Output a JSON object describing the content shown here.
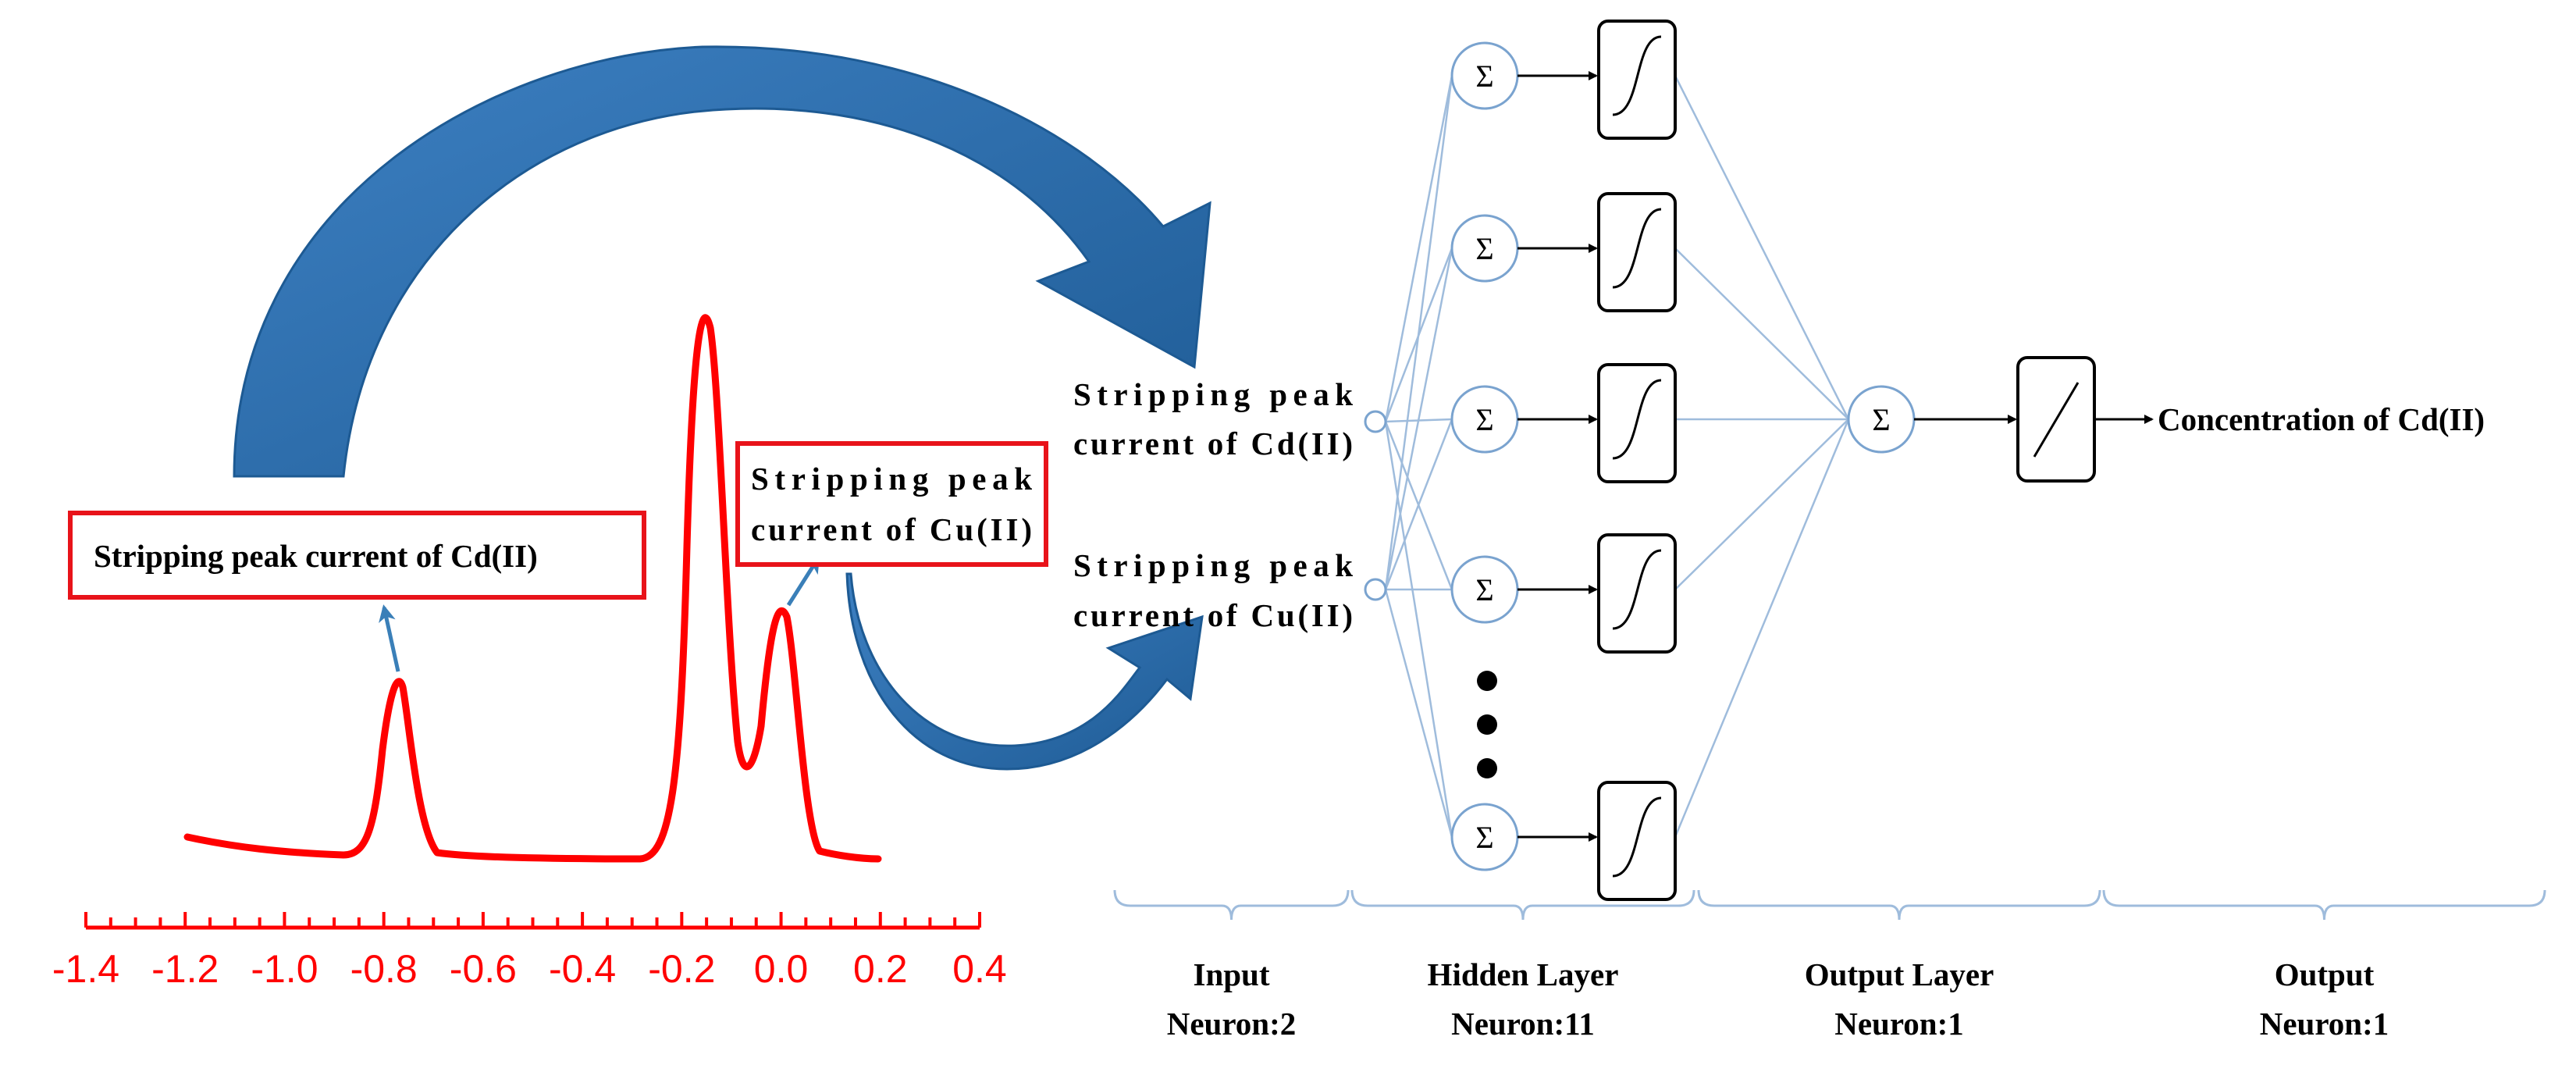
{
  "voltammogram": {
    "peak_label_cd": "Stripping peak current of Cd(II)",
    "peak_label_cu_line1": "Stripping peak",
    "peak_label_cu_line2": "current of Cu(II)",
    "tick_labels": [
      "-1.4",
      "-1.2",
      "-1.0",
      "-0.8",
      "-0.6",
      "-0.4",
      "-0.2",
      "0.0",
      "0.2",
      "0.4"
    ],
    "color": "#ff0000"
  },
  "network": {
    "input1_line1": "Stripping peak",
    "input1_line2": "current of Cd(II)",
    "input2_line1": "Stripping peak",
    "input2_line2": "current of Cu(II)",
    "sum_symbol": "Σ",
    "output_label": "Concentration of  Cd(II)",
    "arrow_color": "#2d6aa8",
    "connection_color": "#9fbcdc"
  },
  "layers": [
    {
      "line1": "Input",
      "line2": "Neuron:2"
    },
    {
      "line1": "Hidden Layer",
      "line2": "Neuron:11"
    },
    {
      "line1": "Output Layer",
      "line2": "Neuron:1"
    },
    {
      "line1": "Output",
      "line2": "Neuron:1"
    }
  ]
}
